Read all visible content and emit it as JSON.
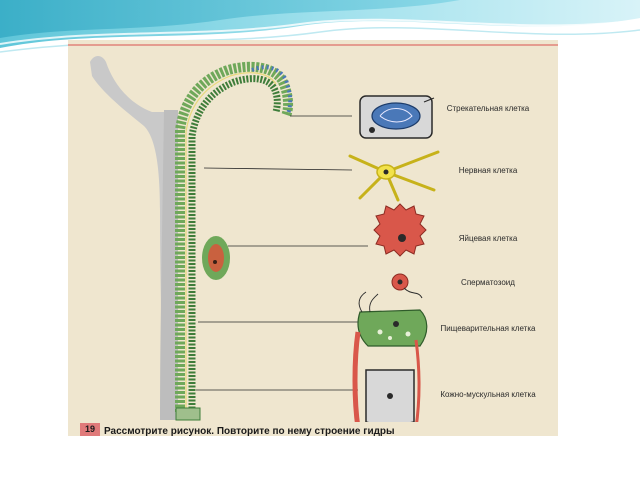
{
  "labels": {
    "stinging": "Стрекательная клетка",
    "nerve": "Нервная клетка",
    "egg": "Яйцевая клетка",
    "sperm": "Сперматозоид",
    "digestive": "Пищеварительная клетка",
    "muscle": "Кожно-мускульная клетка"
  },
  "footer": {
    "figure_number": "19",
    "caption": "Рассмотрите рисунок. Повторите по нему строение гидры"
  },
  "colors": {
    "plate": "#efe6cf",
    "accent_line": "#d9534f",
    "body_gray": "#c9c9c9",
    "ectoderm_green": "#6fa85a",
    "cell_blue": "#4a78b8",
    "egg_red": "#d9574a",
    "nerve_yellow": "#f2e24a"
  }
}
